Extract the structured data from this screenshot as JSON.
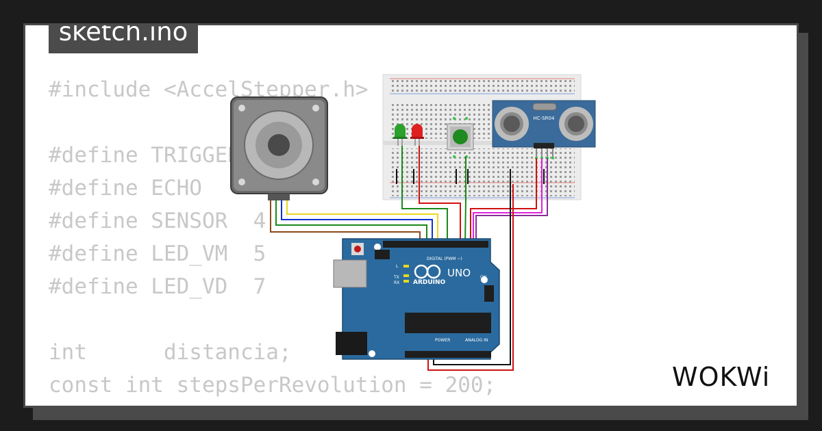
{
  "file_tab": {
    "label": "sketch.ino"
  },
  "code_lines": [
    "#include <AccelStepper.h>",
    "",
    "#define TRIGGER",
    "#define ECHO",
    "#define SENSOR  4",
    "#define LED_VM  5",
    "#define LED_VD  7",
    "",
    "int      distancia;",
    "const int stepsPerRevolution = 200;"
  ],
  "arduino": {
    "brand": "ARDUINO",
    "model": "UNO",
    "digital_label": "DIGITAL (PWM ~)",
    "power_label": "POWER",
    "analog_label": "ANALOG IN",
    "on_label": "ON",
    "tx_label": "TX",
    "rx_label": "RX",
    "l_label": "L"
  },
  "sensor": {
    "label": "HC-SR04"
  },
  "logo": {
    "text": "WOKWi"
  },
  "colors": {
    "background": "#1c1c1c",
    "card": "#ffffff",
    "tab": "#4b4b4b",
    "code": "#c8c8c8",
    "arduino_board": "#2b6a9e",
    "sensor_board": "#3a6b9a",
    "led_green": "#2aa12a",
    "led_red": "#e02020",
    "button_green": "#1f8a1f"
  }
}
